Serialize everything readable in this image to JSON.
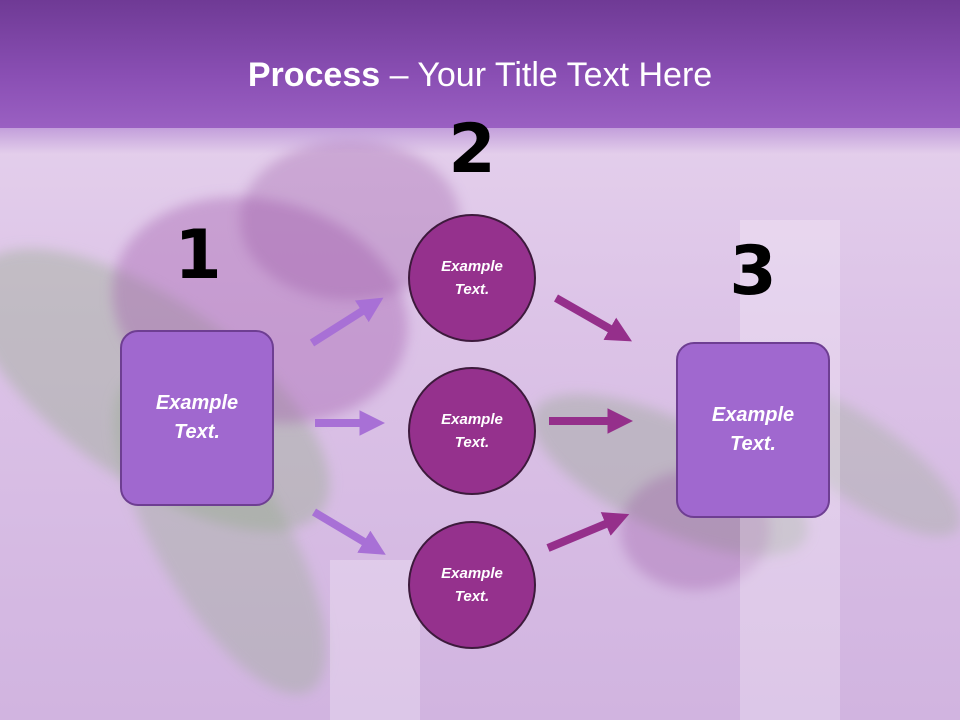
{
  "title": {
    "bold": "Process",
    "rest": " – Your Title Text Here"
  },
  "steps": {
    "one": "1",
    "two": "2",
    "three": "3"
  },
  "left_box": {
    "text": "Example\nText."
  },
  "right_box": {
    "text": "Example\nText."
  },
  "circles": [
    {
      "text": "Example\nText."
    },
    {
      "text": "Example\nText."
    },
    {
      "text": "Example\nText."
    }
  ],
  "colors": {
    "header": "#8a4fb4",
    "box_fill": "#a068cf",
    "circle_fill": "#95318d",
    "arrow_light": "#a870d6",
    "arrow_dark": "#952f8b"
  }
}
